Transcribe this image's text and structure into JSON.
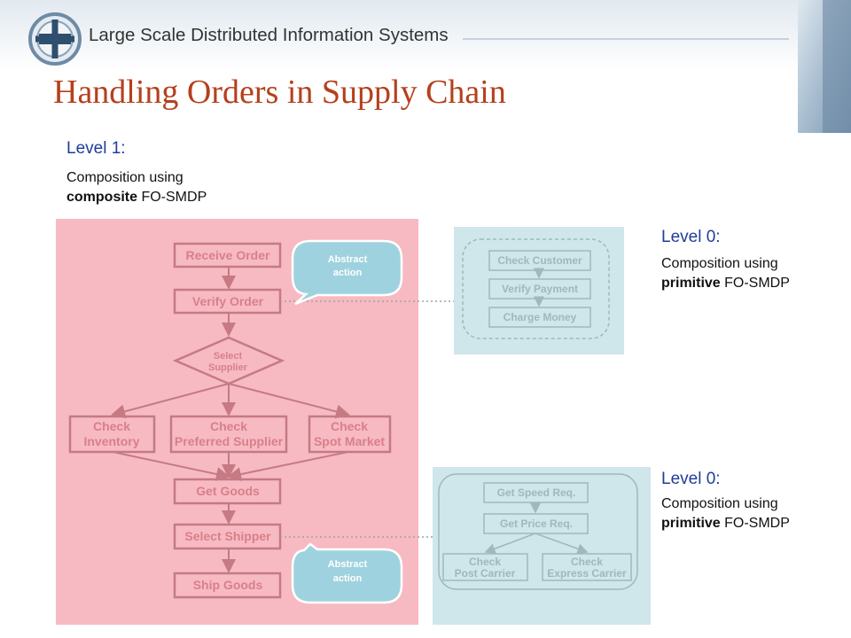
{
  "header": {
    "title": "Large Scale Distributed Information Systems"
  },
  "slide": {
    "title": "Handling Orders in Supply Chain"
  },
  "level1": {
    "heading": "Level 1:",
    "line1": "Composition using",
    "bold": "composite",
    "rest": " FO-SMDP"
  },
  "level0_top": {
    "heading": "Level 0:",
    "line1": "Composition using",
    "bold": "primitive",
    "rest": " FO-SMDP"
  },
  "level0_bottom": {
    "heading": "Level 0:",
    "line1": "Composition using",
    "bold": "primitive",
    "rest": " FO-SMDP"
  },
  "main_flow": {
    "receive_order": "Receive Order",
    "verify_order": "Verify Order",
    "select_supplier": [
      "Select",
      "Supplier"
    ],
    "check_inventory": [
      "Check",
      "Inventory"
    ],
    "check_preferred": [
      "Check",
      "Preferred Supplier"
    ],
    "check_spot": [
      "Check",
      "Spot Market"
    ],
    "get_goods": "Get Goods",
    "select_shipper": "Select Shipper",
    "ship_goods": "Ship Goods"
  },
  "callouts": {
    "top": [
      "Abstract",
      "action"
    ],
    "bottom": [
      "Abstract",
      "action"
    ]
  },
  "payment_flow": {
    "check_customer": "Check Customer",
    "verify_payment": "Verify Payment",
    "charge_money": "Charge Money"
  },
  "shipping_flow": {
    "get_speed": "Get Speed Req.",
    "get_price": "Get Price Req.",
    "post_carrier": [
      "Check",
      "Post Carrier"
    ],
    "express_carrier": [
      "Check",
      "Express Carrier"
    ]
  },
  "colors": {
    "title": "#b5401c",
    "level_heading": "#1f3d9a",
    "level1_panel": "#f7bac2",
    "level0_panel": "#cfe6ea",
    "callout": "#9fd2df"
  }
}
